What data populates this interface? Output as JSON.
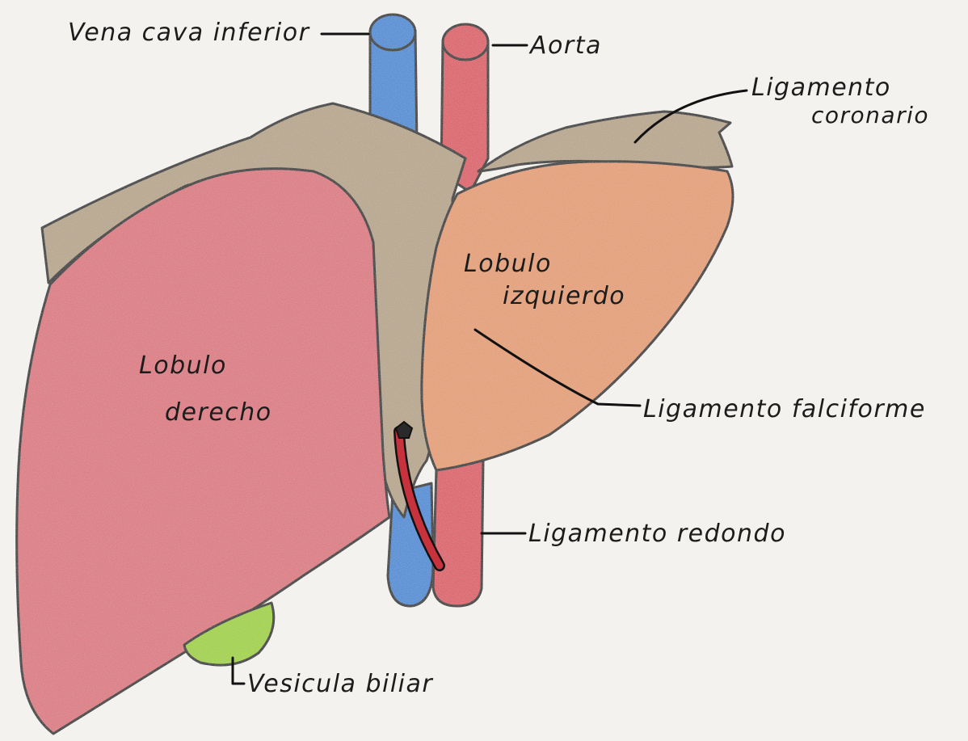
{
  "diagram": {
    "colors": {
      "background": "#f4f2ef",
      "right_lobe": "#d9727a",
      "left_lobe": "#e29a6e",
      "ligament": "#b3a186",
      "vena_cava": "#3d86d2",
      "aorta": "#d9545f",
      "round_ligament": "#c8323c",
      "gallbladder": "#9ccf2a",
      "outline": "#121212"
    },
    "labels": {
      "vena_cava": "Vena cava inferior",
      "aorta": "Aorta",
      "coronary_line1": "Ligamento",
      "coronary_line2": "coronario",
      "left_lobe_line1": "Lobulo",
      "left_lobe_line2": "izquierdo",
      "right_lobe_line1": "Lobulo",
      "right_lobe_line2": "derecho",
      "falciform": "Ligamento falciforme",
      "round": "Ligamento redondo",
      "gallbladder": "Vesicula biliar"
    }
  }
}
